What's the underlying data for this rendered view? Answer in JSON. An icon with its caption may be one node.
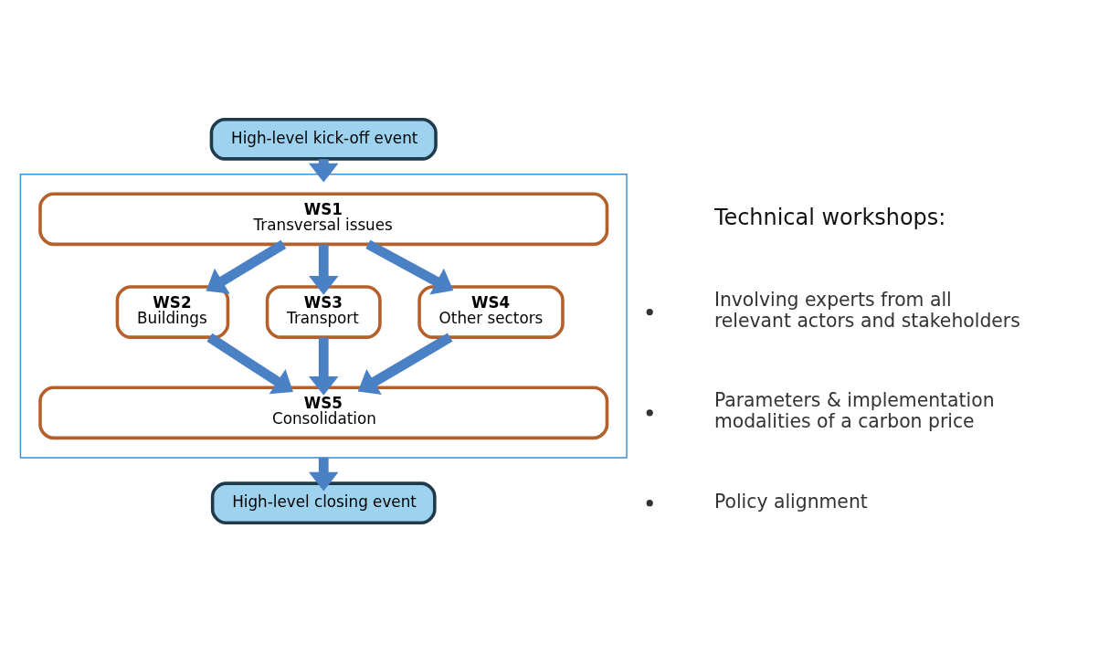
{
  "diagram": {
    "nodes": [
      {
        "text": [
          "High-level kick-off event"
        ]
      },
      {
        "text": [],
        "shape": "box"
      },
      {
        "text": [
          "WS1",
          "Transversal issues"
        ],
        "in": 1
      },
      {
        "text": [
          "WS2",
          "Buildings"
        ],
        "in": 1
      },
      {
        "text": [
          "WS3",
          "Transport"
        ],
        "in": 1
      },
      {
        "text": [
          "WS4",
          "Other sectors"
        ],
        "in": 1
      },
      {
        "text": [
          "WS5",
          "Consolidation"
        ],
        "in": 1
      },
      {
        "text": [
          "High-level closing event"
        ]
      }
    ],
    "edges": [
      {
        "from": 0,
        "to": 1,
        "arrow": "to"
      },
      {
        "from": 2,
        "to": 3,
        "arrow": "to"
      },
      {
        "from": 2,
        "to": 4,
        "arrow": "to"
      },
      {
        "from": 2,
        "to": 5,
        "arrow": "to"
      },
      {
        "from": 3,
        "to": 6,
        "arrow": "to"
      },
      {
        "from": 4,
        "to": 6,
        "arrow": "to"
      },
      {
        "from": 5,
        "to": 6,
        "arrow": "to"
      },
      {
        "from": 1,
        "to": 7,
        "arrow": "to"
      }
    ],
    "labels": [
      "Technical workshops:",
      "Involving experts from all relevant actors and stakeholders",
      "Parameters & implementation modalities of a carbon price",
      "Policy alignment"
    ]
  }
}
